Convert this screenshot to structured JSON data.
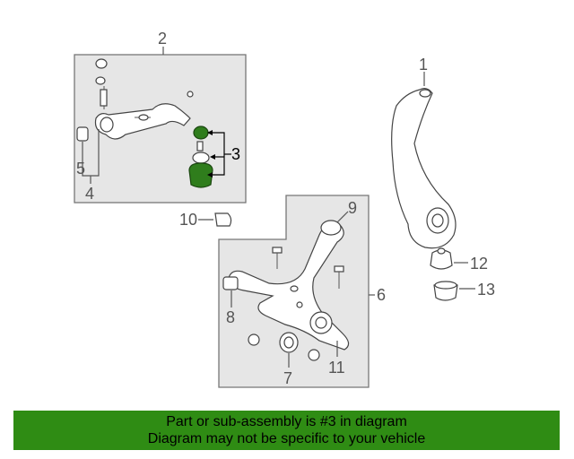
{
  "callouts": {
    "c1": "1",
    "c2": "2",
    "c3": "3",
    "c4": "4",
    "c5": "5",
    "c6": "6",
    "c7": "7",
    "c8": "8",
    "c9": "9",
    "c10": "10",
    "c11": "11",
    "c12": "12",
    "c13": "13"
  },
  "highlighted_part": "3",
  "colors": {
    "highlight_green": "#2f7d1c",
    "banner_green": "#2f8c14",
    "box_gray": "#e6e6e6"
  },
  "footer": {
    "line1": "Part or sub-assembly is #3 in diagram",
    "line2": "Diagram may not be specific to your vehicle"
  }
}
